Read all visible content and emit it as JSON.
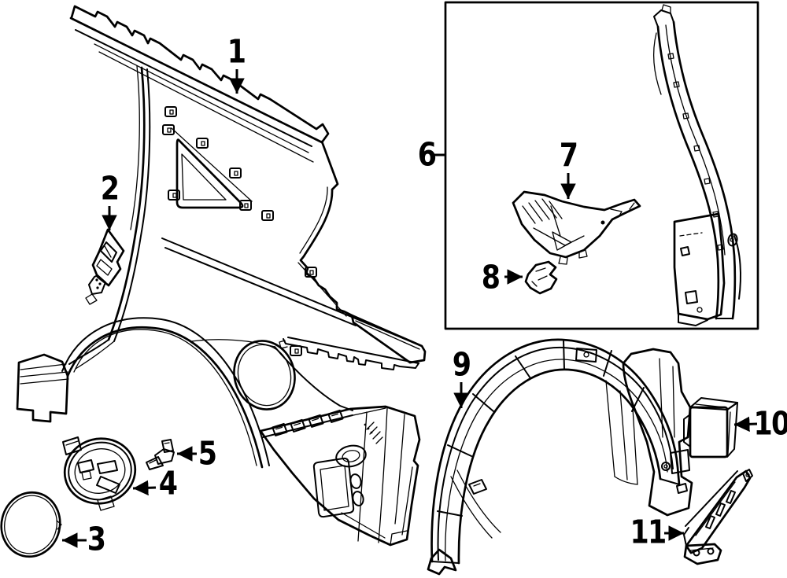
{
  "diagram": {
    "background_color": "#ffffff",
    "line_color": "#000000",
    "callouts": [
      {
        "label": "1"
      },
      {
        "label": "2"
      },
      {
        "label": "3"
      },
      {
        "label": "4"
      },
      {
        "label": "5"
      },
      {
        "label": "6"
      },
      {
        "label": "7"
      },
      {
        "label": "8"
      },
      {
        "label": "9"
      },
      {
        "label": "10"
      },
      {
        "label": "11"
      }
    ]
  }
}
